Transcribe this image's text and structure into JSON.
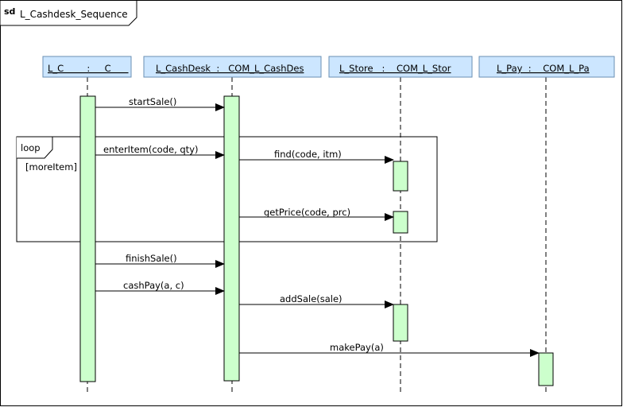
{
  "frame": {
    "kind": "sd",
    "name": "L_Cashdesk_Sequence"
  },
  "lifelines": [
    {
      "id": "c",
      "label": "L_C        :     C      "
    },
    {
      "id": "cashdesk",
      "label": "L_CashDesk  :   COM_L_CashDes"
    },
    {
      "id": "store",
      "label": "L_Store   :    COM_L_Stor"
    },
    {
      "id": "pay",
      "label": "L_Pay  :    COM_L_Pa"
    }
  ],
  "fragment": {
    "operator": "loop",
    "guard": "[moreItem]"
  },
  "messages": [
    {
      "label": "startSale()"
    },
    {
      "label": "enterItem(code, qty)"
    },
    {
      "label": "find(code, itm)"
    },
    {
      "label": "getPrice(code, prc)"
    },
    {
      "label": "finishSale()"
    },
    {
      "label": "cashPay(a, c)"
    },
    {
      "label": "addSale(sale)"
    },
    {
      "label": "makePay(a)"
    }
  ],
  "colors": {
    "header_fill": "#cce6ff",
    "header_stroke": "#6a8fb3",
    "activation_fill": "#ccffcc",
    "line": "#000000"
  }
}
